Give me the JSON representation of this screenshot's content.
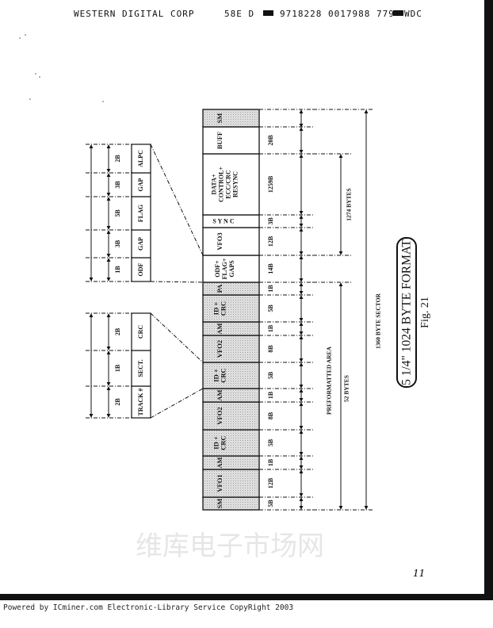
{
  "header": {
    "company": "WESTERN DIGITAL CORP",
    "code": "58E D",
    "numbers": "9718228 0017988 779",
    "abbrev": "WDC"
  },
  "sector_cells": [
    {
      "label": [
        "SM"
      ],
      "size": "5B",
      "shaded": true
    },
    {
      "label": [
        "VFO1"
      ],
      "size": "12B",
      "shaded": true
    },
    {
      "label": [
        "AM"
      ],
      "size": "1B",
      "shaded": true
    },
    {
      "label": [
        "ID +",
        "CRC"
      ],
      "size": "5B",
      "shaded": true
    },
    {
      "label": [
        "VFO2"
      ],
      "size": "8B",
      "shaded": true
    },
    {
      "label": [
        "AM"
      ],
      "size": "1B",
      "shaded": true
    },
    {
      "label": [
        "ID +",
        "CRC"
      ],
      "size": "5B",
      "shaded": true
    },
    {
      "label": [
        "VFO2"
      ],
      "size": "8B",
      "shaded": true
    },
    {
      "label": [
        "AM"
      ],
      "size": "1B",
      "shaded": true
    },
    {
      "label": [
        "ID +",
        "CRC"
      ],
      "size": "5B",
      "shaded": true
    },
    {
      "label": [
        "PA"
      ],
      "size": "1B",
      "shaded": true
    },
    {
      "label": [
        "ODF+",
        "FLAG+",
        "GAPS"
      ],
      "size": "14B",
      "shaded": false
    },
    {
      "label": [
        "VFO3"
      ],
      "size": "12B",
      "shaded": false
    },
    {
      "label": [
        "S Y N C"
      ],
      "size": "3B",
      "shaded": false
    },
    {
      "label": [
        "DATA+",
        "CONTROL+",
        "ECC/CRC",
        "RESYNC"
      ],
      "size": "1259B",
      "shaded": false
    },
    {
      "label": [
        "BUFF"
      ],
      "size": "20B",
      "shaded": false
    },
    {
      "label": [
        "SM"
      ],
      "size": "",
      "shaded": true
    }
  ],
  "odf_detail": [
    {
      "label": "ODF",
      "size": "1B"
    },
    {
      "label": "GAP",
      "size": "3B"
    },
    {
      "label": "FLAG",
      "size": "5B"
    },
    {
      "label": "GAP",
      "size": "3B"
    },
    {
      "label": "ALPC",
      "size": "2B"
    }
  ],
  "id_detail": [
    {
      "label": "TRACK #",
      "size": "2B"
    },
    {
      "label": "SECT.",
      "size": "1B"
    },
    {
      "label": "CRC",
      "size": "2B"
    }
  ],
  "dimensions": {
    "data_area": "1274 BYTES",
    "preformatted_title": "PREFORMATTED AREA",
    "preformatted_size": "52 BYTES",
    "sector": "1360 BYTE SECTOR"
  },
  "title": "5 1/4\" 1024 BYTE FORMAT",
  "figure": "Fig. 21",
  "watermark": "维库电子市场网",
  "page_number": "11",
  "footer": "Powered by ICminer.com Electronic-Library Service CopyRight 2003"
}
